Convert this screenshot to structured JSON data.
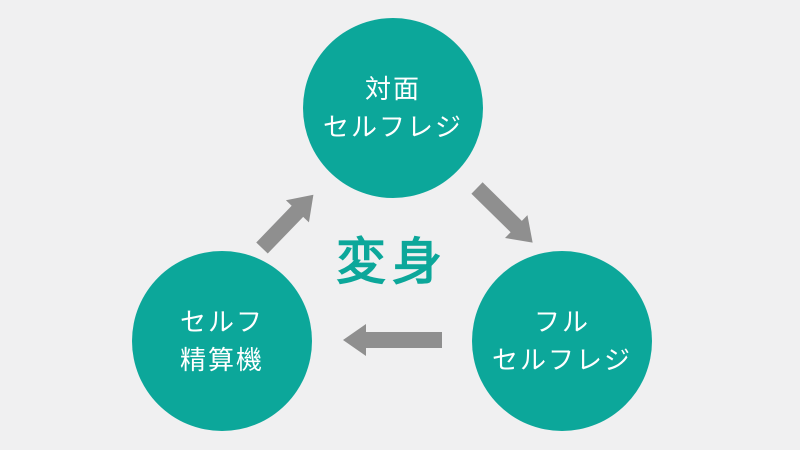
{
  "diagram": {
    "center_label": "変身",
    "nodes": [
      {
        "id": "taimen-self-checkout",
        "position": "top",
        "line1": "対面",
        "line2": "セルフレジ"
      },
      {
        "id": "full-self-checkout",
        "position": "bottom-right",
        "line1": "フル",
        "line2": "セルフレジ"
      },
      {
        "id": "self-payment-machine",
        "position": "bottom-left",
        "line1": "セルフ",
        "line2": "精算機"
      }
    ],
    "arrows": [
      {
        "from": "対面セルフレジ",
        "to": "フルセルフレジ",
        "direction": "down-right"
      },
      {
        "from": "フルセルフレジ",
        "to": "セルフ精算機",
        "direction": "left"
      },
      {
        "from": "セルフ精算機",
        "to": "対面セルフレジ",
        "direction": "up-right"
      }
    ]
  },
  "colors": {
    "background": "#F0F0F1",
    "node_fill": "#0CA79A",
    "node_text": "#FFFFFF",
    "arrow": "#8F8F8F",
    "center_text": "#0CA79A"
  }
}
